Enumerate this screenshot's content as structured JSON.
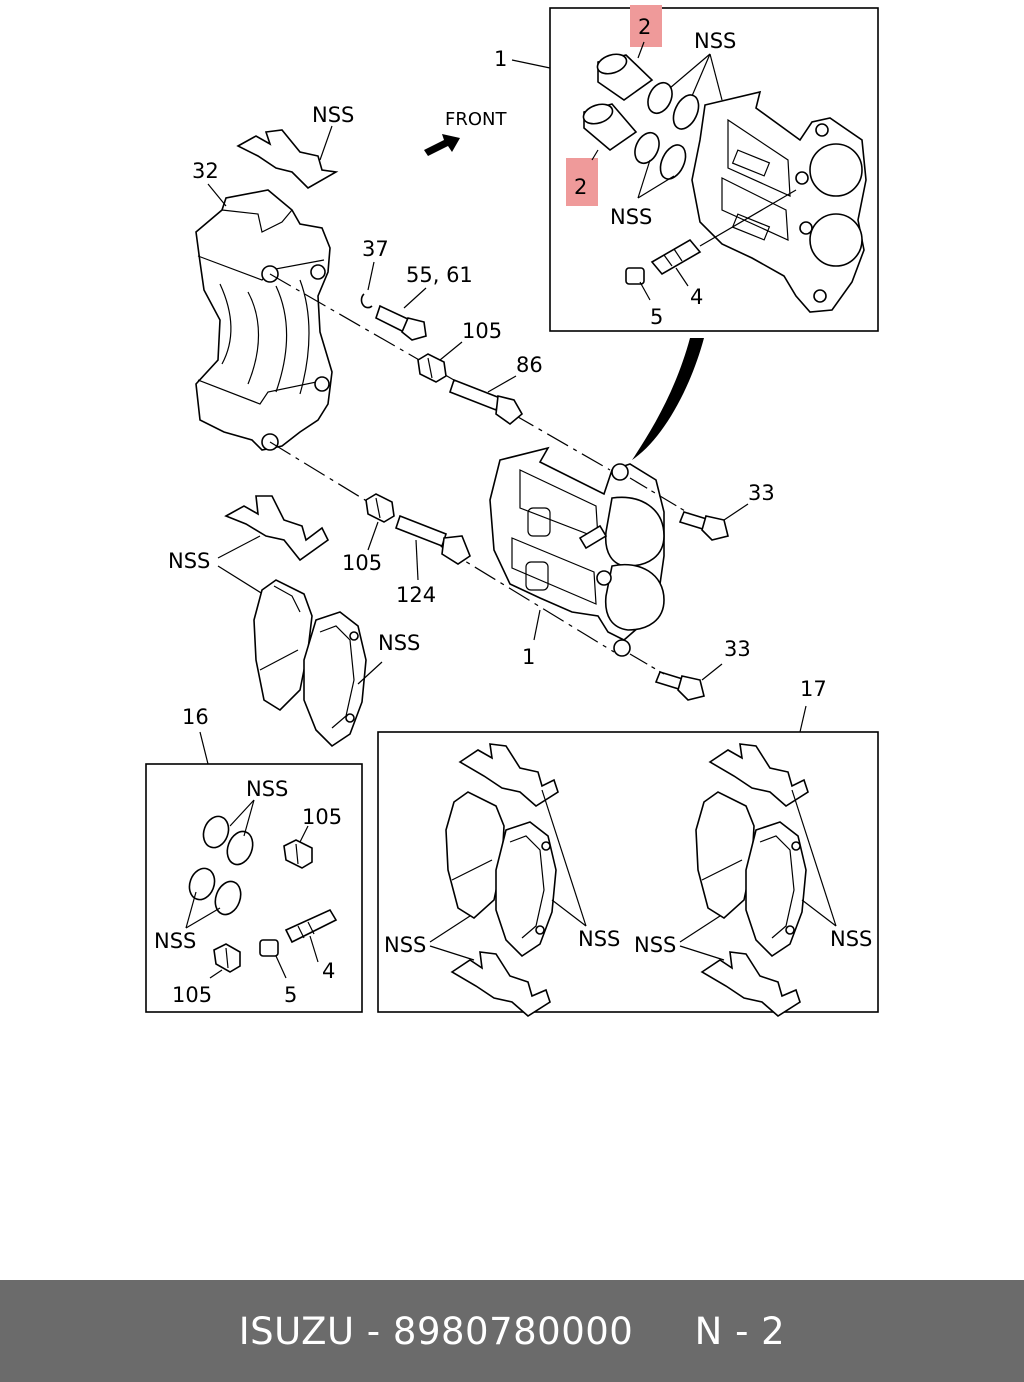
{
  "diagram": {
    "labels": {
      "front": "FRONT",
      "nss": "NSS",
      "p1": "1",
      "p2": "2",
      "p4": "4",
      "p5": "5",
      "p16": "16",
      "p17": "17",
      "p32": "32",
      "p33": "33",
      "p37": "37",
      "p55_61": "55, 61",
      "p86": "86",
      "p105": "105",
      "p124": "124"
    },
    "highlight_color": "#ef9a9a"
  },
  "footer": {
    "brand": "ISUZU",
    "part_number": "8980780000",
    "page": "N - 2"
  }
}
